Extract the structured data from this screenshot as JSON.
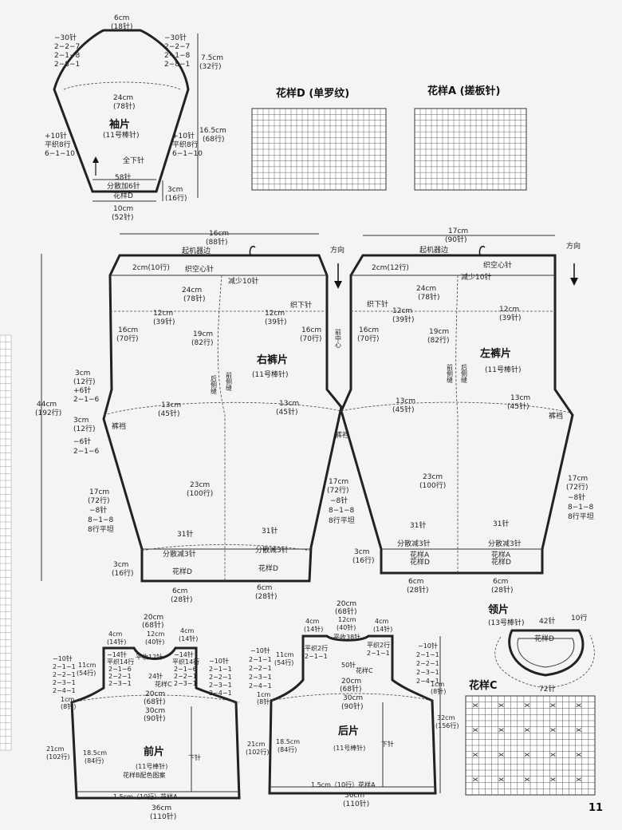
{
  "page_number": "11",
  "sleeve": {
    "title": "袖片",
    "needle": "(11号棒针)",
    "top_cm": "6cm",
    "top_st": "(18针)",
    "cap_left": [
      "−30针",
      "2−2−7",
      "2−1−8",
      "2−8−1"
    ],
    "cap_right": [
      "−30针",
      "2−2−7",
      "2−1−8",
      "2−8−1"
    ],
    "cap_h_cm": "7.5cm",
    "cap_h_row": "(32行)",
    "width_cm": "24cm",
    "width_st": "(78针)",
    "body_h_cm": "16.5cm",
    "body_h_row": "(68行)",
    "inc_left": [
      "+10针",
      "平织8行",
      "6−1−10"
    ],
    "inc_right": [
      "+10针",
      "平织8行",
      "6−1−10"
    ],
    "full_down": "全下针",
    "st58": "58针",
    "spread_inc": "分散加6针",
    "pattern": "花样D",
    "cuff_cm": "3cm",
    "cuff_row": "(16行)",
    "bottom_cm": "10cm",
    "bottom_st": "(52针)"
  },
  "patternD_title": "花样D (单罗纹)",
  "patternA_title": "花样A (搓板针)",
  "right_pants": {
    "title": "右裤片",
    "needle": "(11号棒针)",
    "width_cm": "16cm",
    "width_st": "(88针)",
    "cast_on": "起机器边",
    "direction": "方向",
    "waist_cm": "2cm(10行)",
    "hollow": "织空心针",
    "dec": "减少10针",
    "w24_cm": "24cm",
    "w24_st": "(78针)",
    "down_st": "织下针",
    "h12a_cm": "12cm",
    "h12a_st": "(39针)",
    "h12b_cm": "12cm",
    "h12b_st": "(39针)",
    "rise_l_cm": "16cm",
    "rise_l_row": "(70行)",
    "rise_r_cm": "16cm",
    "rise_r_row": "(70行)",
    "c19_cm": "19cm",
    "c19_row": "(82行)",
    "back_seam": "后侧缝",
    "front_seam": "前侧缝",
    "center_front": "前中心",
    "crotch_top": [
      "3cm",
      "(12行)",
      "+6针",
      "2−1−6"
    ],
    "crotch_bot": [
      "3cm",
      "(12行)",
      "−6针",
      "2−1−6"
    ],
    "total_cm": "44cm",
    "total_row": "(192行)",
    "h13a_cm": "13cm",
    "h13a_st": "(45针)",
    "h13b_cm": "13cm",
    "h13b_st": "(45针)",
    "gusset": "裤裆",
    "leg_l": [
      "17cm",
      "(72行)",
      "−8针",
      "8−1−8",
      "8行平坦"
    ],
    "leg_r": [
      "17cm",
      "(72行)",
      "−8针",
      "8−1−8",
      "8行平坦"
    ],
    "inseam_cm": "23cm",
    "inseam_row": "(100行)",
    "st31a": "31针",
    "st31b": "31针",
    "spread_dec_a": "分散减3针",
    "spread_dec_b": "分散减3针",
    "cuff_cm": "3cm",
    "cuff_row": "(16行)",
    "patt_a": "花样D",
    "patt_b": "花样D",
    "bot_a_cm": "6cm",
    "bot_a_st": "(28针)",
    "bot_b_cm": "6cm",
    "bot_b_st": "(28针)"
  },
  "left_pants": {
    "title": "左裤片",
    "needle": "(11号棒针)",
    "width_cm": "17cm",
    "width_st": "(90针)",
    "cast_on": "起机器边",
    "direction": "方向",
    "waist_cm": "2cm(12行)",
    "hollow": "织空心针",
    "dec": "减少10针",
    "w24_cm": "24cm",
    "w24_st": "(78针)",
    "down_st": "织下针",
    "h12a_cm": "12cm",
    "h12a_st": "(39针)",
    "h12b_cm": "12cm",
    "h12b_st": "(39针)",
    "rise_l_cm": "16cm",
    "rise_l_row": "(70行)",
    "c19_cm": "19cm",
    "c19_row": "(82行)",
    "front_seam": "前侧缝",
    "back_seam": "后侧缝",
    "h13a_cm": "13cm",
    "h13a_st": "(45针)",
    "h13b_cm": "13cm",
    "h13b_st": "(45针)",
    "gusset": "裤裆",
    "leg_r": [
      "17cm",
      "(72行)",
      "−8针",
      "8−1−8",
      "8行平坦"
    ],
    "inseam_cm": "23cm",
    "inseam_row": "(100行)",
    "st31a": "31针",
    "st31b": "31针",
    "spread_dec_a": "分散减3针",
    "spread_dec_b": "分散减3针",
    "cuff_cm": "3cm",
    "cuff_row": "(16行)",
    "patt_a1": "花样A",
    "patt_a2": "花样D",
    "patt_b1": "花样A",
    "patt_b2": "花样D",
    "bot_a_cm": "6cm",
    "bot_a_st": "(28针)",
    "bot_b_cm": "6cm",
    "bot_b_st": "(28针)"
  },
  "front": {
    "title": "前片",
    "needle": "(11号棒针)",
    "patt": "花样B配色图案",
    "top_cm": "20cm",
    "top_st": "(68针)",
    "sh_l_cm": "4cm",
    "sh_l_st": "(14针)",
    "neck_cm": "12cm",
    "neck_st": "(40针)",
    "sh_r_cm": "4cm",
    "sh_r_st": "(14针)",
    "neck_l": [
      "−14针",
      "平织14行",
      "2−1−6",
      "2−2−1",
      "2−3−1"
    ],
    "neck_bind": "平收12针",
    "neck_r": [
      "−14针",
      "平织14行",
      "2−1−6",
      "2−2−1",
      "2−3−1"
    ],
    "st24": "24针",
    "pattC": "花样C",
    "armh_l": [
      "−10针",
      "2−1−1",
      "2−2−1",
      "2−3−1",
      "2−4−1"
    ],
    "armh_r": [
      "−10针",
      "2−1−1",
      "2−2−1",
      "2−3−1",
      "2−4−1"
    ],
    "yoke_h_cm": "11cm",
    "yoke_h_row": "(54行)",
    "mid_cm": "20cm",
    "mid_st": "(68针)",
    "chest_cm": "30cm",
    "chest_st": "(90针)",
    "b1cm": "1cm",
    "b8": "(8针)",
    "body_cm": "21cm",
    "body_row": "(102行)",
    "side_cm": "18.5cm",
    "side_row": "(84行)",
    "down": "下针",
    "hem": "1.5cm（10行）花样A",
    "bot_cm": "36cm",
    "bot_st": "(110针)"
  },
  "back": {
    "title": "后片",
    "needle": "(11号棒针)",
    "top_cm": "20cm",
    "top_st": "(68针)",
    "sh_l_cm": "4cm",
    "sh_l_st": "(14针)",
    "neck_cm": "12cm",
    "neck_st": "(40针)",
    "sh_r_cm": "4cm",
    "sh_r_st": "(14针)",
    "neck_bind": "平收38针",
    "neck_l": [
      "平织2行",
      "2−1−1"
    ],
    "neck_r": [
      "平织2行",
      "2−1−1"
    ],
    "st50": "50针",
    "pattC": "花样C",
    "armh_l": [
      "−10针",
      "2−1−1",
      "2−2−1",
      "2−3−1",
      "2−4−1"
    ],
    "armh_r": [
      "−10针",
      "2−1−1",
      "2−2−1",
      "2−3−1",
      "2−4−1"
    ],
    "yoke_h_cm": "11cm",
    "yoke_h_row": "(54行)",
    "mid_cm": "20cm",
    "mid_st": "(68针)",
    "chest_cm": "30cm",
    "chest_st": "(90针)",
    "b1cm_l": "1cm",
    "b8_l": "(8针)",
    "b1cm_r": "1cm",
    "b8_r": "(8针)",
    "total_cm": "32cm",
    "total_row": "(156行)",
    "body_cm": "21cm",
    "body_row": "(102行)",
    "side_cm": "18.5cm",
    "side_row": "(84行)",
    "down": "下针",
    "hem": "1.5cm（10行）花样A",
    "bot_cm": "36cm",
    "bot_st": "(110针)"
  },
  "collar": {
    "title": "领片",
    "needle": "(13号棒针)",
    "st42": "42针",
    "row10": "10行",
    "patt": "花样D",
    "st72": "72针"
  },
  "patternC_title": "花样C"
}
